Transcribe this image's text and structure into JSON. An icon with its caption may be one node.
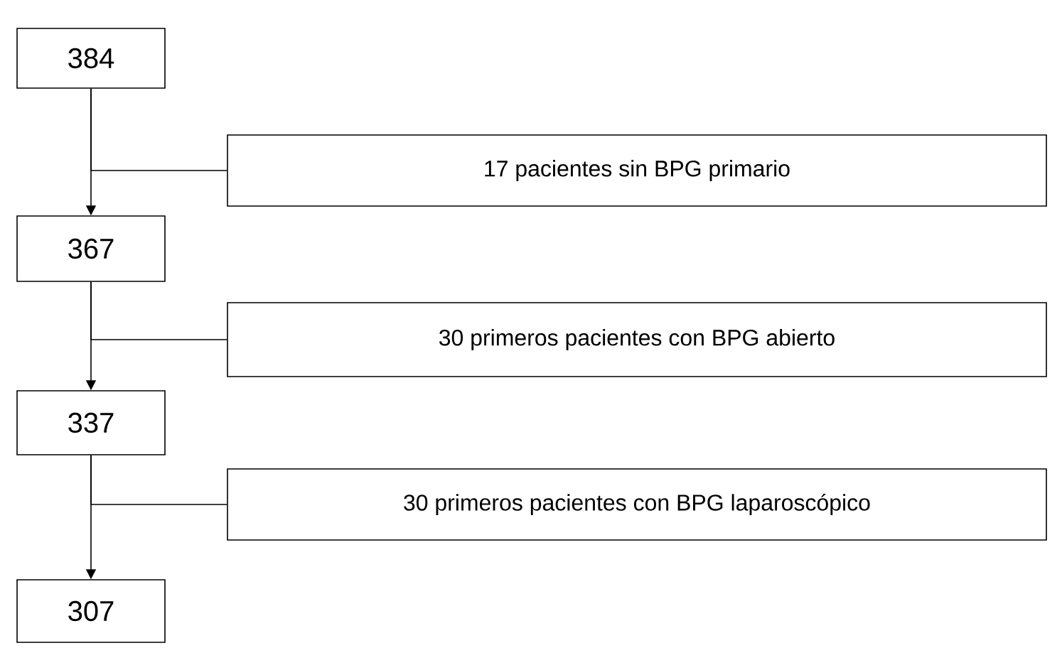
{
  "diagram": {
    "nodes": [
      {
        "text": [
          "384"
        ]
      },
      {
        "text": [
          "17 pacientes sin BPG primario"
        ]
      },
      {
        "text": [
          "367"
        ]
      },
      {
        "text": [
          "30 primeros pacientes con BPG abierto"
        ]
      },
      {
        "text": [
          "337"
        ]
      },
      {
        "text": [
          "30 primeros pacientes con BPG laparoscópico"
        ]
      },
      {
        "text": [
          "307"
        ]
      }
    ],
    "edges": [
      {
        "from": 0,
        "to": 1,
        "arrow": "none"
      },
      {
        "from": 0,
        "to": 2,
        "arrow": "to"
      },
      {
        "from": 2,
        "to": 3,
        "arrow": "none"
      },
      {
        "from": 2,
        "to": 4,
        "arrow": "to"
      },
      {
        "from": 4,
        "to": 5,
        "arrow": "none"
      },
      {
        "from": 4,
        "to": 6,
        "arrow": "to"
      }
    ]
  }
}
